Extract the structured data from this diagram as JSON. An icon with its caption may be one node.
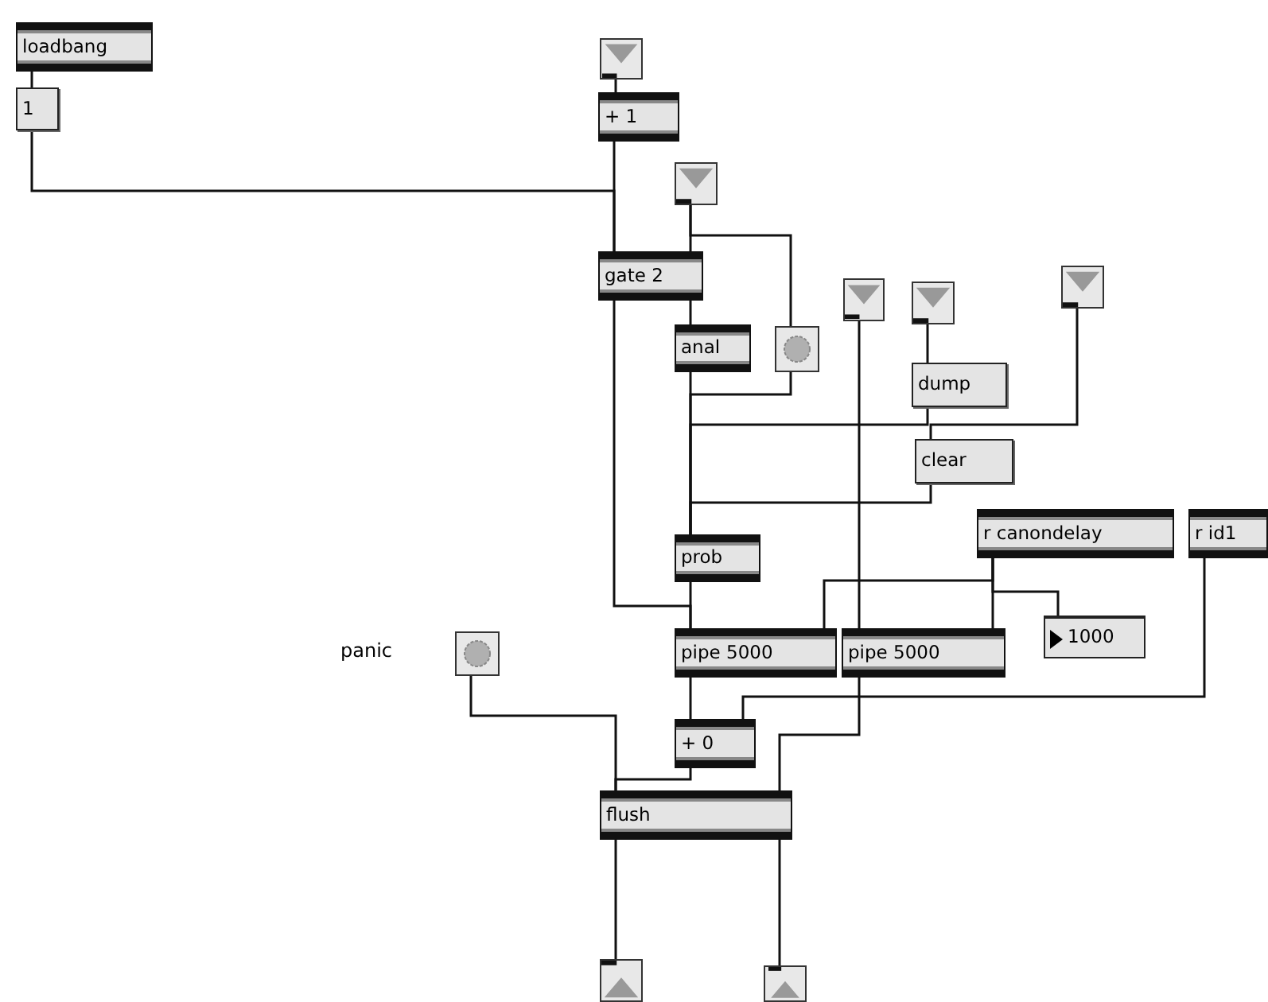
{
  "diagram": {
    "nodes": [
      {
        "text": [
          "loadbang"
        ]
      },
      {
        "text": [
          "1"
        ]
      },
      {
        "text": [],
        "shape": "inlet"
      },
      {
        "text": [
          "+ 1"
        ]
      },
      {
        "text": [],
        "shape": "inlet"
      },
      {
        "text": [
          "gate 2"
        ]
      },
      {
        "text": [
          "anal"
        ]
      },
      {
        "text": [],
        "shape": "circle"
      },
      {
        "text": [],
        "shape": "inlet"
      },
      {
        "text": [],
        "shape": "inlet"
      },
      {
        "text": [],
        "shape": "inlet"
      },
      {
        "text": [
          "dump"
        ]
      },
      {
        "text": [
          "clear"
        ]
      },
      {
        "text": [
          "prob"
        ]
      },
      {
        "text": [
          "r canondelay"
        ]
      },
      {
        "text": [
          "r id1"
        ]
      },
      {
        "text": [
          "1000"
        ]
      },
      {
        "text": [],
        "shape": "circle",
        "beside": [
          "panic"
        ]
      },
      {
        "text": [
          "pipe 5000"
        ]
      },
      {
        "text": [
          "pipe 5000"
        ]
      },
      {
        "text": [
          "+ 0"
        ]
      },
      {
        "text": [
          "flush"
        ]
      },
      {
        "text": [],
        "shape": "outlet"
      },
      {
        "text": [],
        "shape": "outlet"
      }
    ],
    "edges": [
      {
        "from": 0,
        "to": 1,
        "arrow": "none"
      },
      {
        "from": 1,
        "to": 5,
        "arrow": "none"
      },
      {
        "from": 2,
        "to": 3,
        "arrow": "none"
      },
      {
        "from": 3,
        "to": 5,
        "arrow": "none"
      },
      {
        "from": 4,
        "to": 5,
        "arrow": "none"
      },
      {
        "from": 4,
        "to": 7,
        "arrow": "none"
      },
      {
        "from": 5,
        "to": 6,
        "arrow": "none"
      },
      {
        "from": 5,
        "to": 18,
        "arrow": "none"
      },
      {
        "from": 6,
        "to": 13,
        "arrow": "none"
      },
      {
        "from": 7,
        "to": 13,
        "arrow": "none"
      },
      {
        "from": 9,
        "to": 11,
        "arrow": "none"
      },
      {
        "from": 11,
        "to": 13,
        "arrow": "none"
      },
      {
        "from": 10,
        "to": 12,
        "arrow": "none"
      },
      {
        "from": 12,
        "to": 13,
        "arrow": "none"
      },
      {
        "from": 8,
        "to": 19,
        "arrow": "none"
      },
      {
        "from": 13,
        "to": 18,
        "arrow": "none"
      },
      {
        "from": 14,
        "to": 18,
        "arrow": "none"
      },
      {
        "from": 14,
        "to": 19,
        "arrow": "none"
      },
      {
        "from": 14,
        "to": 16,
        "arrow": "none"
      },
      {
        "from": 15,
        "to": 20,
        "arrow": "none"
      },
      {
        "from": 18,
        "to": 20,
        "arrow": "none"
      },
      {
        "from": 19,
        "to": 21,
        "arrow": "none"
      },
      {
        "from": 20,
        "to": 21,
        "arrow": "none"
      },
      {
        "from": 17,
        "to": 21,
        "arrow": "none"
      },
      {
        "from": 21,
        "to": 22,
        "arrow": "none"
      },
      {
        "from": 21,
        "to": 23,
        "arrow": "none"
      }
    ]
  }
}
